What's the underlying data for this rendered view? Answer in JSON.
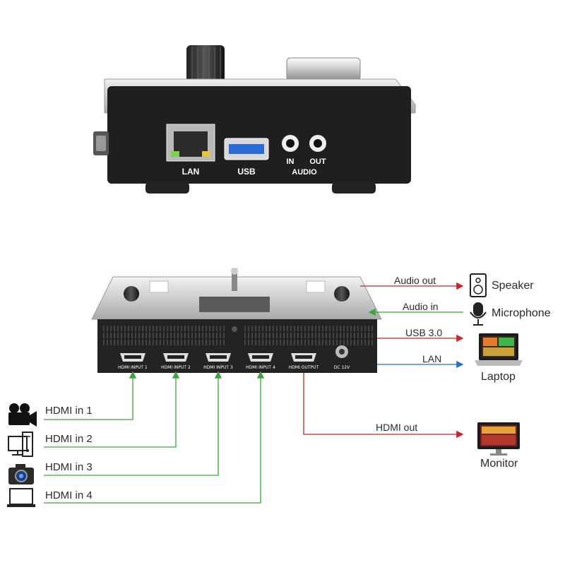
{
  "rear_panel": {
    "lan_label": "LAN",
    "usb_label": "USB",
    "audio_in_label": "IN",
    "audio_out_label": "OUT",
    "audio_label": "AUDIO"
  },
  "front_panel": {
    "ports": [
      "HDMI INPUT 1",
      "HDMI INPUT 2",
      "HDMI INPUT 3",
      "HDMI INPUT 4",
      "HDMI OUTPUT"
    ],
    "power_label": "DC 12V"
  },
  "connections": {
    "audio_out": "Audio out",
    "audio_in": "Audio in",
    "usb": "USB 3.0",
    "lan": "LAN",
    "hdmi_out": "HDMI out",
    "hdmi_in_1": "HDMI in 1",
    "hdmi_in_2": "HDMI in 2",
    "hdmi_in_3": "HDMI in 3",
    "hdmi_in_4": "HDMI in 4"
  },
  "devices": {
    "speaker": "Speaker",
    "microphone": "Microphone",
    "laptop": "Laptop",
    "monitor": "Monitor"
  },
  "colors": {
    "output_line": "#c0282d",
    "input_line": "#3aa63a",
    "lan_line": "#2a6fc0",
    "device_body": "#1c1c1e"
  }
}
